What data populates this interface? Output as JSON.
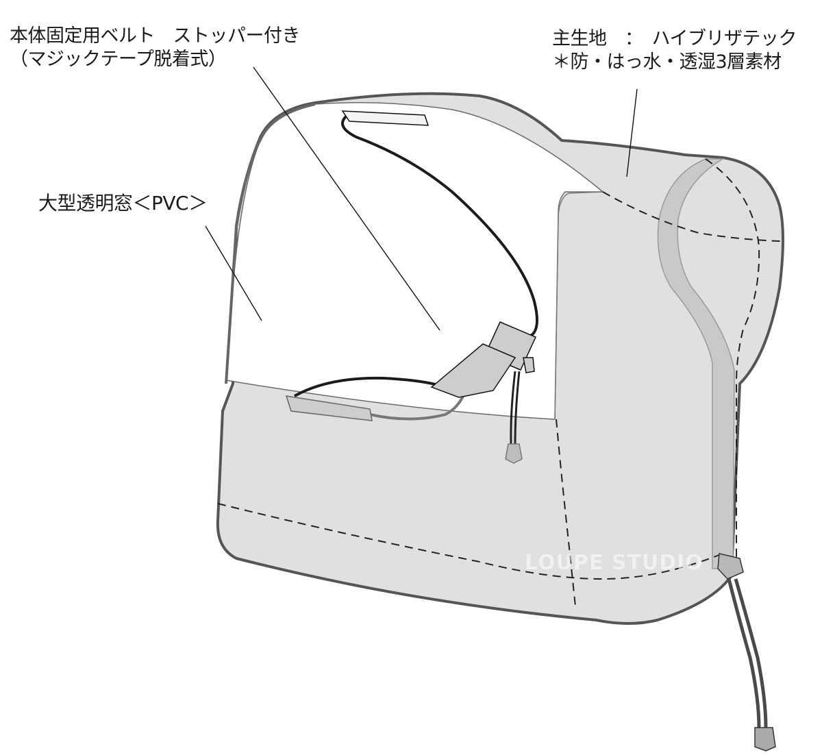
{
  "diagram": {
    "subject": "camera rain cover",
    "colors": {
      "fabric": "#e0e0e0",
      "outline": "#555555",
      "strap": "#cdcdcf",
      "cord": "#1e1a1a",
      "window": "#ffffff",
      "stopper": "#a9a9a9"
    },
    "callouts": [
      {
        "id": "belt",
        "lines": [
          "本体固定用ベルト　ストッパー付き",
          "（マジックテープ脱着式）"
        ]
      },
      {
        "id": "fabric",
        "lines": [
          "主生地　：　ハイブリザテック",
          "＊防・はっ水・透湿3層素材"
        ]
      },
      {
        "id": "window",
        "lines": [
          "大型透明窓＜PVC＞"
        ]
      }
    ],
    "watermark": "LOUPE STUDIO"
  }
}
